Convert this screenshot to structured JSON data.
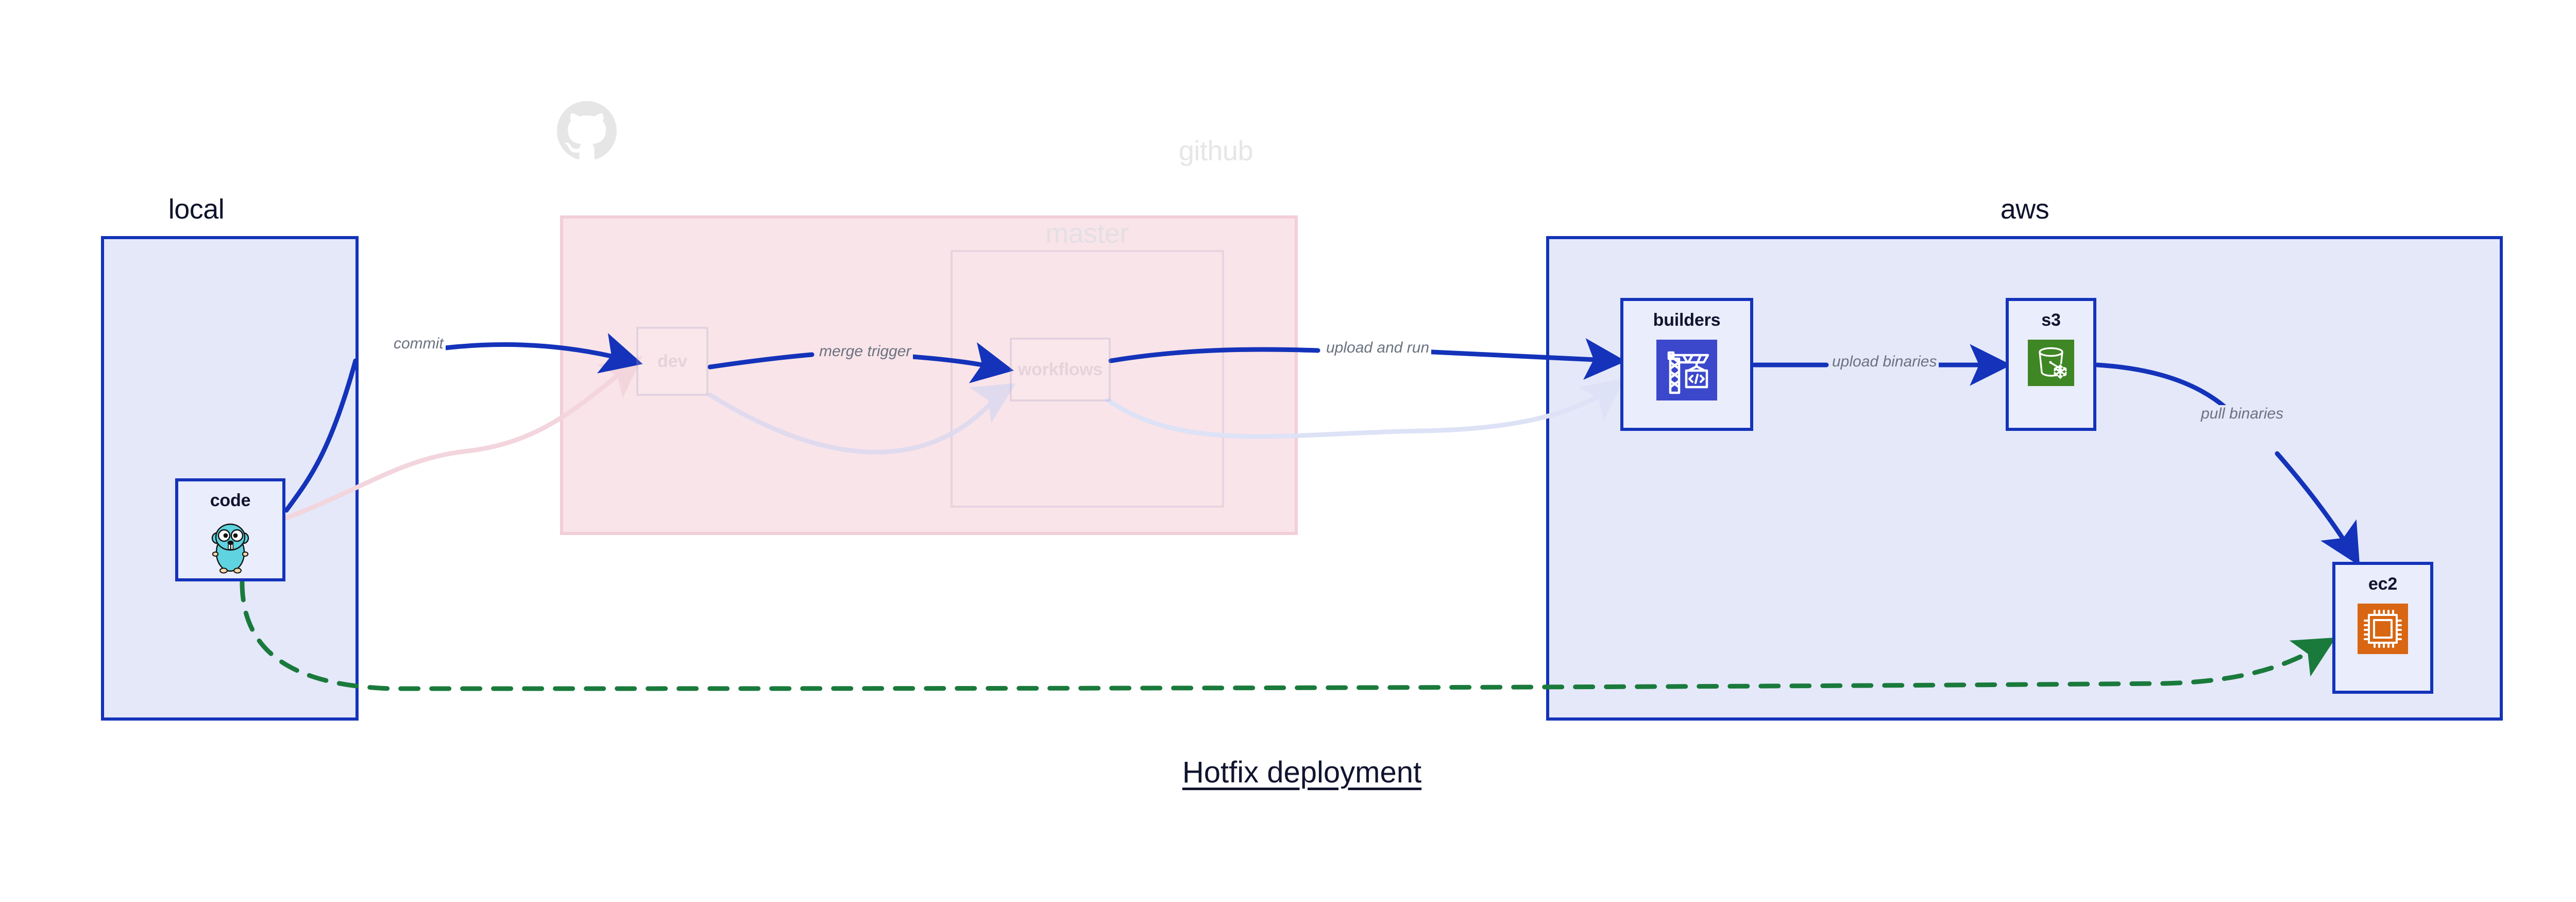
{
  "diagram": {
    "title": "Hotfix deployment",
    "type": "deployment-flow-diagram"
  },
  "groups": [
    {
      "id": "local",
      "label": "local",
      "fill": "#e4e8f9",
      "stroke": "#1433ba",
      "dimmed": false
    },
    {
      "id": "github",
      "label": "github",
      "fill": "#f9e4e9",
      "stroke": "#f0d6dd",
      "dimmed": true
    },
    {
      "id": "master",
      "label": "master",
      "fill": "transparent",
      "stroke": "#ded8e6",
      "dimmed": true
    },
    {
      "id": "aws",
      "label": "aws",
      "fill": "#e4e8f9",
      "stroke": "#1433ba",
      "dimmed": false
    }
  ],
  "nodes": [
    {
      "id": "code",
      "label": "code",
      "group": "local",
      "icon": "go-gopher-icon",
      "dimmed": false
    },
    {
      "id": "dev",
      "label": "dev",
      "group": "github",
      "icon": "none",
      "dimmed": true
    },
    {
      "id": "workflows",
      "label": "workflows",
      "group": "master",
      "icon": "none",
      "dimmed": true
    },
    {
      "id": "builders",
      "label": "builders",
      "group": "aws",
      "icon": "aws-codebuild-icon",
      "icon_color": "#3b48cc",
      "dimmed": false
    },
    {
      "id": "s3",
      "label": "s3",
      "group": "aws",
      "icon": "aws-s3-glacier-icon",
      "icon_color": "#3f8624",
      "dimmed": false
    },
    {
      "id": "ec2",
      "label": "ec2",
      "group": "aws",
      "icon": "aws-ec2-icon",
      "icon_color": "#d86613",
      "dimmed": false
    }
  ],
  "edges": [
    {
      "id": "commit",
      "label": "commit",
      "from": "code",
      "to": "dev",
      "style": "solid",
      "color": "#1433ba"
    },
    {
      "id": "merge-trigger",
      "label": "merge trigger",
      "from": "dev",
      "to": "workflows",
      "style": "solid",
      "color": "#1433ba"
    },
    {
      "id": "upload-and-run",
      "label": "upload and run",
      "from": "workflows",
      "to": "builders",
      "style": "solid",
      "color": "#1433ba"
    },
    {
      "id": "upload-binaries",
      "label": "upload binaries",
      "from": "builders",
      "to": "s3",
      "style": "solid",
      "color": "#1433ba"
    },
    {
      "id": "pull-binaries",
      "label": "pull binaries",
      "from": "s3",
      "to": "ec2",
      "style": "solid",
      "color": "#1433ba"
    },
    {
      "id": "hotfix-direct",
      "label": "",
      "from": "code",
      "to": "ec2",
      "style": "dashed",
      "color": "#1a7a3c"
    },
    {
      "id": "ghost-code-dev",
      "label": "",
      "from": "code",
      "to": "dev",
      "style": "solid-faded",
      "color": "#f3d5dd"
    },
    {
      "id": "ghost-dev-workflows",
      "label": "",
      "from": "dev",
      "to": "workflows",
      "style": "solid-faded",
      "color": "#e2dcec"
    },
    {
      "id": "ghost-workflows-builders",
      "label": "",
      "from": "workflows",
      "to": "builders",
      "style": "solid-faded",
      "color": "#dfe3f6"
    }
  ],
  "colors": {
    "accent_blue": "#1433ba",
    "group_blue_fill": "#e4e8f9",
    "group_pink_fill": "#f9e4e9",
    "dashed_green": "#1a7a3c",
    "label_gray": "#6b7280",
    "text_dark": "#11142e",
    "github_logo_gray": "#e6e6e6"
  },
  "icons": {
    "github_logo": "github-logo-icon",
    "gopher": "go-gopher-icon",
    "codebuild": "aws-codebuild-icon",
    "s3": "aws-s3-glacier-icon",
    "ec2": "aws-ec2-icon"
  }
}
